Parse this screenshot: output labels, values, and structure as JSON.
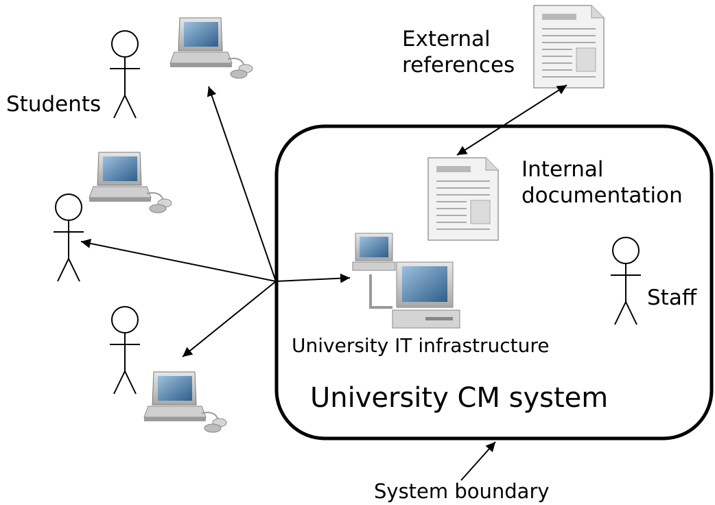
{
  "labels": {
    "students": "Students",
    "external_references_line1": "External",
    "external_references_line2": "references",
    "internal_documentation_line1": "Internal",
    "internal_documentation_line2": "documentation",
    "staff": "Staff",
    "it_infrastructure": "University IT infrastructure",
    "system_title": "University CM system",
    "system_boundary": "System boundary"
  },
  "colors": {
    "screen": "#3d6f9a",
    "screen_light": "#7fa6c8",
    "casing": "#d0d0d0",
    "casing_dark": "#8a8a8a",
    "document": "#eeeeee"
  }
}
